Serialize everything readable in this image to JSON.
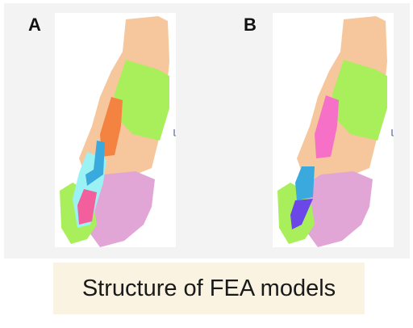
{
  "panels": [
    {
      "id": "A",
      "label": "A"
    },
    {
      "id": "B",
      "label": "B"
    }
  ],
  "caption": "Structure of FEA models",
  "colors": {
    "bone_cortical_upper": "#f6c69c",
    "bone_green": "#a9ef5c",
    "soft_tissue_pink": "#e2a6d6",
    "implant_orange": "#f48241",
    "implant_pink": "#f570c6",
    "abutment_blue": "#3aa9dd",
    "crown_cyan": "#9af2f4",
    "crown_red_pink": "#f25f9c",
    "crown_purple": "#6a47e6",
    "background": "#f3f3f3",
    "caption_bg": "#fbf3e1"
  }
}
